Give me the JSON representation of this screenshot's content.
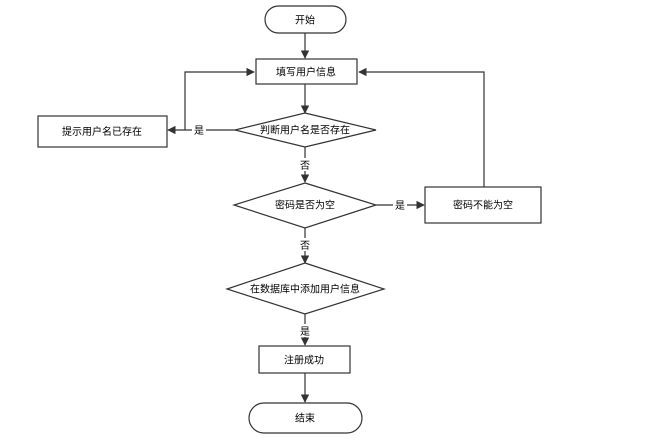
{
  "nodes": {
    "start": "开始",
    "fill_info": "填写用户信息",
    "check_username": "判断用户名是否存在",
    "username_exists": "提示用户名已存在",
    "check_password": "密码是否为空",
    "password_empty": "密码不能为空",
    "add_to_db": "在数据库中添加用户信息",
    "register_success": "注册成功",
    "end": "结束"
  },
  "edges": {
    "username_yes": "是",
    "username_no": "否",
    "password_yes": "是",
    "password_no": "否",
    "add_yes": "是"
  }
}
